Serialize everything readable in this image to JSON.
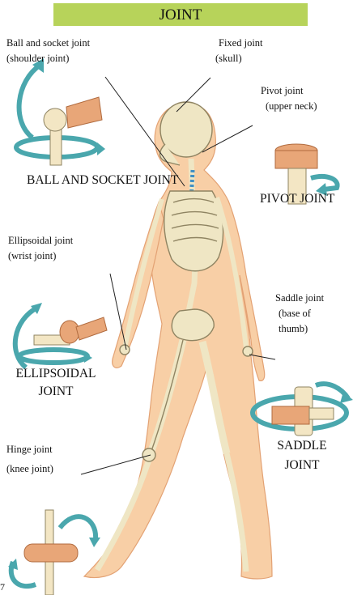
{
  "title": "JOINT",
  "labels": {
    "ball_socket": {
      "name": "Ball and socket joint",
      "example": "(shoulder joint)"
    },
    "fixed": {
      "name": "Fixed joint",
      "example": "(skull)"
    },
    "pivot": {
      "name": "Pivot joint",
      "example": "(upper neck)"
    },
    "ellipsoidal": {
      "name": "Ellipsoidal joint",
      "example": "(wrist joint)"
    },
    "saddle": {
      "name": "Saddle joint",
      "line2": "(base of",
      "line3": "thumb)"
    },
    "hinge": {
      "name": "Hinge joint",
      "example": "(knee joint)"
    }
  },
  "captions": {
    "ball_socket": "BALL AND SOCKET JOINT",
    "pivot": "PIVOT JOINT",
    "ellipsoidal_1": "ELLIPSOIDAL",
    "ellipsoidal_2": "JOINT",
    "saddle_1": "SADDLE",
    "saddle_2": "JOINT"
  },
  "page_number": "7",
  "colors": {
    "banner": "#b7d35a",
    "skin": "#f8cfa6",
    "skin_outline": "#e3a274",
    "bone": "#efe6c4",
    "bone_outline": "#8f8462",
    "spine_accent": "#3f8fc4",
    "arrow": "#4aa7ad",
    "joint_model": "#e8a678"
  }
}
